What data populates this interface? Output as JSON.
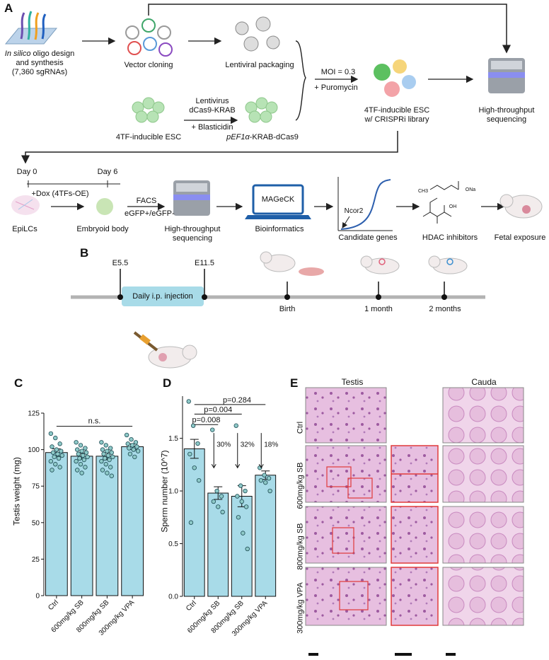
{
  "panels": {
    "a": "A",
    "b": "B",
    "c": "C",
    "d": "D",
    "e": "E"
  },
  "panel_a": {
    "oligo_line1_italic": "In silico",
    "oligo_line1_rest": " oligo design",
    "oligo_line2": "and synthesis",
    "oligo_line3": "(7,360 sgRNAs)",
    "vector_cloning": "Vector cloning",
    "lentiviral_packaging": "Lentiviral packaging",
    "esc_4tf": "4TF-inducible ESC",
    "lentivirus_line1": "Lentivirus",
    "lentivirus_line2": "dCas9-KRAB",
    "blasticidin": "+ Blasticidin",
    "pef1a_italic": "pEF1α",
    "pef1a_rest": "-KRAB-dCas9",
    "moi": "MOI = 0.3",
    "puromycin": "+ Puromycin",
    "esc_lib_line1": "4TF-inducible ESC",
    "esc_lib_line2": "w/ CRISPRi library",
    "hts_line1": "High-throughput",
    "hts_line2": "sequencing",
    "day0": "Day 0",
    "day6": "Day 6",
    "dox": "+Dox (4TFs-OE)",
    "epilcs": "EpiLCs",
    "embryoid": "Embryoid body",
    "facs": "FACS",
    "egfp": "eGFP+/eGFP-",
    "hts2_line1": "High-throughput",
    "hts2_line2": "sequencing",
    "mageck": "MAGeCK",
    "bioinformatics": "Bioinformatics",
    "ncor2": "Ncor2",
    "candidate": "Candidate genes",
    "hdac": "HDAC inhibitors",
    "fetal": "Fetal exposure",
    "chem_na": "ONa",
    "chem_oh": "OH",
    "chem_ch3": "CH3"
  },
  "panel_b": {
    "e55": "E5.5",
    "e115": "E11.5",
    "injection": "Daily i.p. injection",
    "birth": "Birth",
    "one_month": "1 month",
    "two_months": "2 months"
  },
  "chart_c": {
    "type": "bar",
    "ylabel": "Testis weight (mg)",
    "categories": [
      "Ctrl",
      "600mg/kg SB",
      "800mg/kg SB",
      "300mg/kg VPA"
    ],
    "values": [
      98,
      95.5,
      95.5,
      102
    ],
    "errors": [
      2.5,
      2,
      2.5,
      2
    ],
    "ylim": [
      0,
      125
    ],
    "yticks": [
      "0",
      "25",
      "50",
      "75",
      "100",
      "125"
    ],
    "annotation": "n.s.",
    "points": [
      [
        111,
        108,
        104,
        102,
        100,
        99,
        98,
        97,
        96,
        95,
        94,
        92,
        90,
        88,
        86
      ],
      [
        105,
        103,
        101,
        100,
        99,
        98,
        97,
        96,
        95,
        94,
        93,
        92,
        90,
        88,
        86,
        84
      ],
      [
        105,
        103,
        101,
        100,
        99,
        98,
        97,
        96,
        95,
        94,
        93,
        92,
        90,
        88,
        86,
        84,
        82
      ],
      [
        110,
        107,
        105,
        104,
        103,
        102,
        101,
        100,
        99,
        97,
        95
      ]
    ]
  },
  "chart_d": {
    "type": "bar",
    "ylabel": "Sperm number (10^7)",
    "categories": [
      "Ctrl",
      "600mg/kg SB",
      "800mg/kg SB",
      "300mg/kg VPA"
    ],
    "values": [
      1.4,
      0.98,
      0.95,
      1.15
    ],
    "errors": [
      0.09,
      0.06,
      0.1,
      0.04
    ],
    "ylim": [
      0,
      1.9
    ],
    "yticks": [
      "0.0",
      "0.5",
      "1.0",
      "1.5"
    ],
    "pvalues": [
      "p=0.008",
      "p=0.004",
      "p=0.284"
    ],
    "reductions": [
      "30%",
      "32%",
      "18%"
    ],
    "points": [
      [
        1.85,
        1.62,
        1.45,
        1.35,
        1.22,
        1.1,
        0.7
      ],
      [
        1.58,
        1.0,
        0.95,
        0.9,
        0.85,
        0.8
      ],
      [
        1.62,
        1.05,
        1.0,
        0.95,
        0.9,
        0.85,
        0.75,
        0.6,
        0.45
      ],
      [
        1.22,
        1.15,
        1.12,
        1.1,
        1.08,
        1.0
      ]
    ]
  },
  "panel_e": {
    "col_testis": "Testis",
    "col_cauda": "Cauda",
    "rows": [
      "Ctrl",
      "600mg/kg SB",
      "800mg/kg SB",
      "300mg/kg VPA"
    ]
  },
  "colors": {
    "bar_fill": "#a8dbe8",
    "point_fill": "#8ec9c8",
    "injection_box": "#a8dbe8",
    "tissue": "#d9a8cf",
    "inset_border": "#e03a3a",
    "timeline": "#b3b3b3"
  }
}
